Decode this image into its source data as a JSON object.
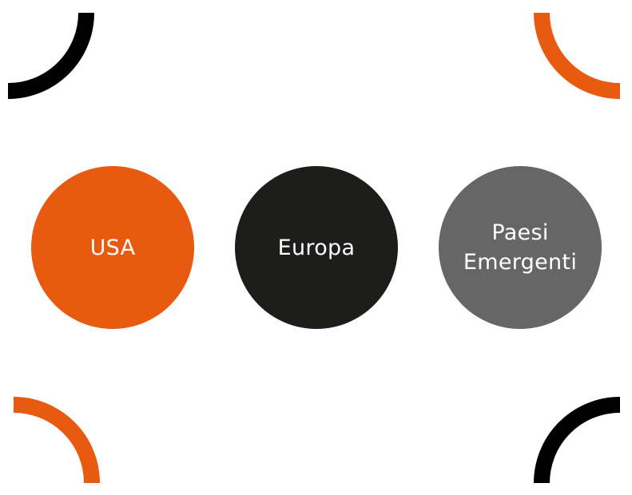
{
  "colors": {
    "orange": "#E85A0F",
    "black": "#000000",
    "dark": "#1D1D1B",
    "gray": "#666666",
    "text": "#FFFFFF"
  },
  "regions": [
    {
      "label": "USA",
      "color": "#E85A0F"
    },
    {
      "label": "Europa",
      "color": "#1D1D1B"
    },
    {
      "label": "Paesi\nEmergenti",
      "color": "#666666"
    }
  ],
  "corners": [
    {
      "name": "top-left",
      "color": "#000000"
    },
    {
      "name": "top-right",
      "color": "#E85A0F"
    },
    {
      "name": "bottom-left",
      "color": "#E85A0F"
    },
    {
      "name": "bottom-right",
      "color": "#000000"
    }
  ]
}
